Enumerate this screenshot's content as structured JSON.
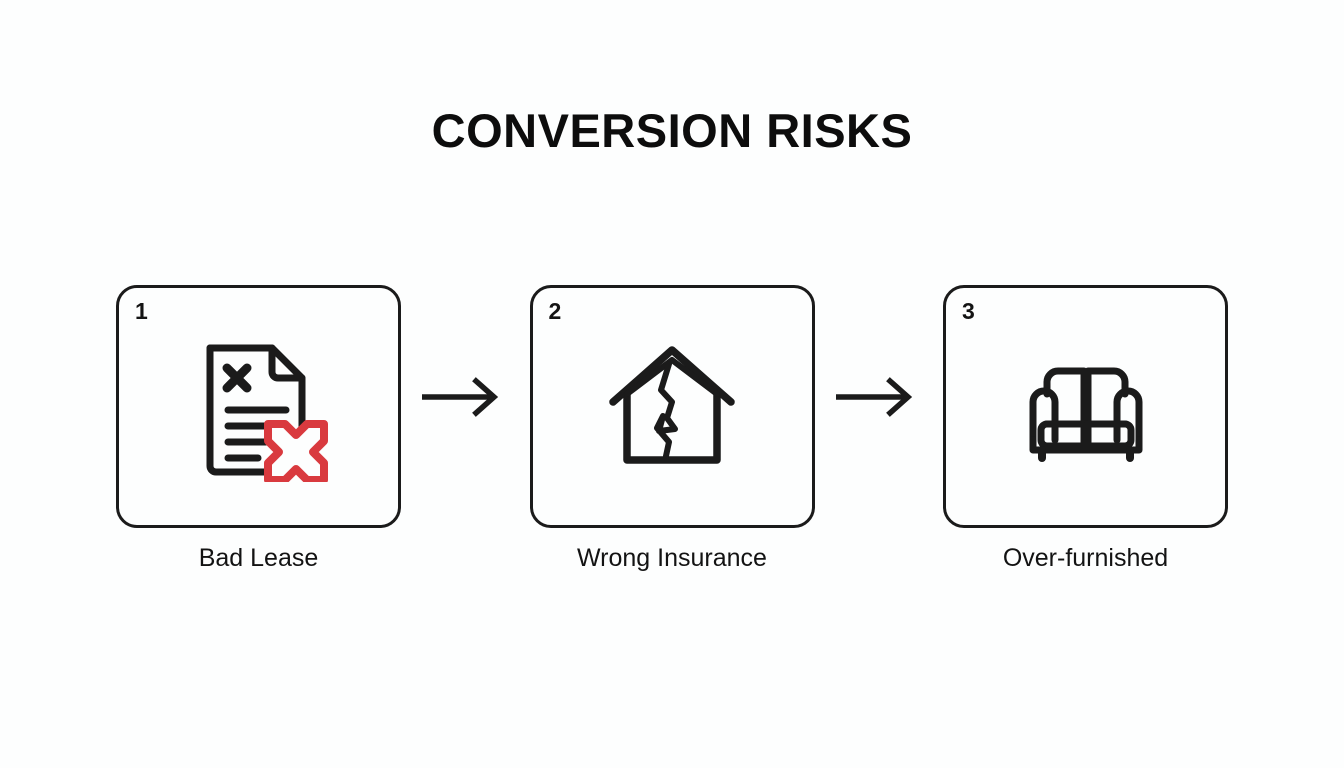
{
  "slide": {
    "title": "CONVERSION RISKS",
    "background_color": "#fdfefe",
    "ink_color": "#1b1b1b",
    "accent_color": "#d93a3f"
  },
  "flow": {
    "connector_icon": "arrow-right-icon",
    "steps": [
      {
        "number": "1",
        "caption": "Bad Lease",
        "icon": "document-rejected-icon",
        "icon_parts": [
          "document-page",
          "folded-corner",
          "black-x-mark",
          "text-lines",
          "red-x-overlay"
        ]
      },
      {
        "number": "2",
        "caption": "Wrong Insurance",
        "icon": "cracked-house-icon",
        "icon_parts": [
          "house-body",
          "roof-chevron",
          "wall-crack"
        ]
      },
      {
        "number": "3",
        "caption": "Over-furnished",
        "icon": "sofa-icon",
        "icon_parts": [
          "back-cushions",
          "seat-cushions",
          "armrests",
          "base",
          "legs"
        ]
      }
    ]
  }
}
